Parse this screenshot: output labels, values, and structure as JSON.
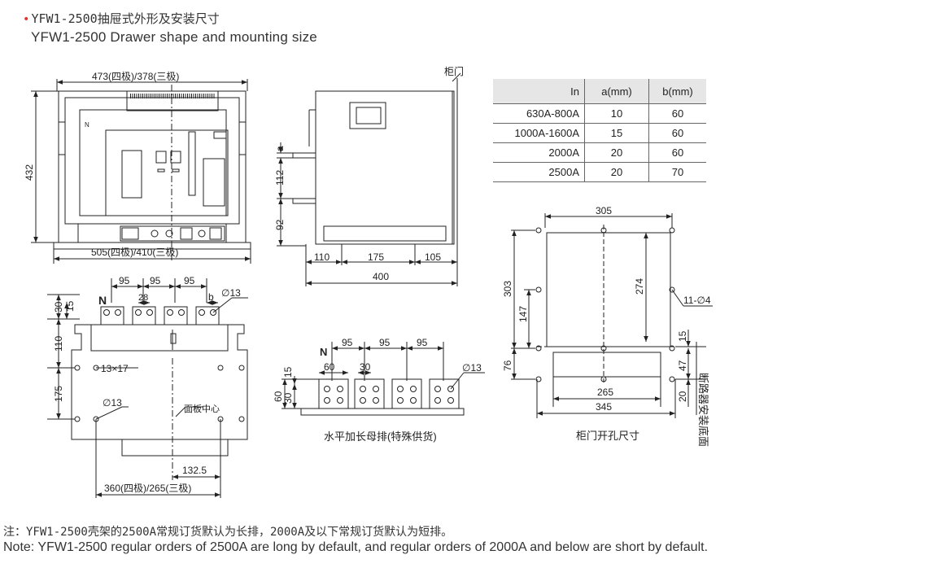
{
  "header": {
    "title_zh": "YFW1-2500抽屉式外形及安装尺寸",
    "title_en": "YFW1-2500 Drawer shape and mounting size"
  },
  "front_view": {
    "top_dim": "473(四极)/378(三极)",
    "height_dim": "432",
    "bottom_dim": "505(四极)/410(三极)",
    "pole_label": "N"
  },
  "side_view": {
    "door_label": "柜门",
    "dim_a": "a",
    "dim_112": "112",
    "dim_92": "92",
    "dim_110": "110",
    "dim_175": "175",
    "dim_105": "105",
    "dim_400": "400"
  },
  "bottom_view": {
    "dim_95_1": "95",
    "dim_95_2": "95",
    "dim_95_3": "95",
    "dim_28": "28",
    "dim_b": "b",
    "hole_dia": "∅13",
    "dim_30": "30",
    "dim_15": "15",
    "dim_110": "110",
    "dim_175": "175",
    "slot": "13×17",
    "hole2": "∅13",
    "panel_center": "面板中心",
    "dim_1325": "132.5",
    "bottom_dim": "360(四极)/265(三极)",
    "pole_label": "N"
  },
  "busbar_view": {
    "pole_label": "N",
    "dim_95_1": "95",
    "dim_95_2": "95",
    "dim_95_3": "95",
    "dim_60": "60",
    "dim_30": "30",
    "dim_15": "15",
    "dim_v30": "30",
    "dim_v60": "60",
    "hole_dia": "∅13",
    "caption": "水平加长母排(特殊供货)"
  },
  "cutout_view": {
    "dim_305": "305",
    "dim_303": "303",
    "dim_274": "274",
    "dim_147": "147",
    "holes": "11-∅4",
    "dim_15": "15",
    "dim_76": "76",
    "dim_47": "47",
    "dim_265": "265",
    "dim_345": "345",
    "dim_20": "20",
    "base_label": "断路器安装底面",
    "caption": "柜门开孔尺寸"
  },
  "spec_table": {
    "headers": [
      "In",
      "a(mm)",
      "b(mm)"
    ],
    "rows": [
      [
        "630A-800A",
        "10",
        "60"
      ],
      [
        "1000A-1600A",
        "15",
        "60"
      ],
      [
        "2000A",
        "20",
        "60"
      ],
      [
        "2500A",
        "20",
        "70"
      ]
    ]
  },
  "footer": {
    "note_zh": "注：YFW1-2500壳架的2500A常规订货默认为长排，2000A及以下常规订货默认为短排。",
    "note_en": "Note: YFW1-2500 regular orders of 2500A are long by default, and regular orders of 2000A and below are short by default."
  }
}
